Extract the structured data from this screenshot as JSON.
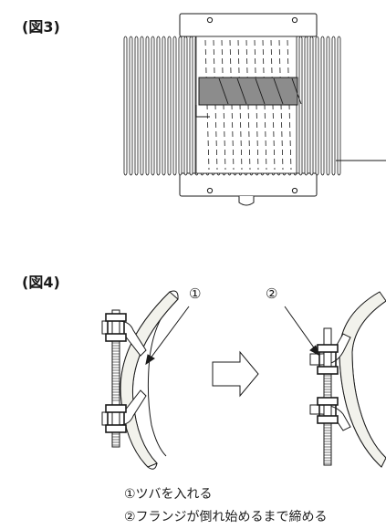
{
  "figures": {
    "fig3": {
      "label": "(図3)"
    },
    "fig4": {
      "label": "(図4)",
      "callout_1": "①",
      "callout_2": "②"
    }
  },
  "captions": [
    "①ツバを入れる",
    "②フランジが倒れ始めるまで締める"
  ],
  "colors": {
    "line": "#1a1a1a",
    "tape": "#8c8c8c",
    "pipe_face": "#f2f2ec"
  }
}
